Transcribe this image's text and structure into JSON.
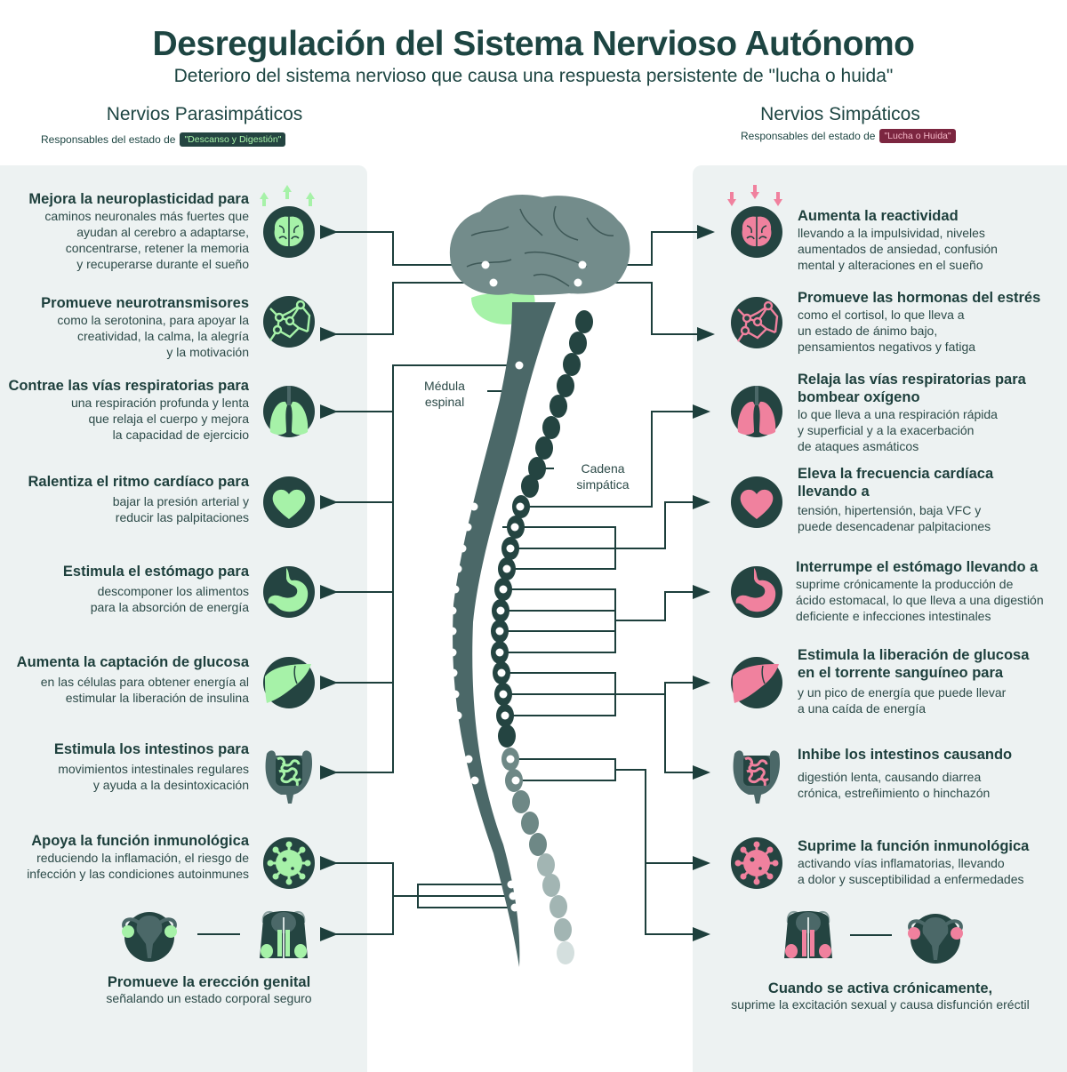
{
  "header": {
    "title": "Desregulación del Sistema Nervioso Autónomo",
    "subtitle": "Deterioro del sistema nervioso que causa una respuesta persistente de \"lucha o huida\""
  },
  "colors": {
    "dark_teal": "#1d4542",
    "parasympathetic_accent": "#a6f2a8",
    "sympathetic_accent": "#f0819e",
    "badge_red": "#7c2640",
    "panel_bg": "#edf2f2",
    "spine": "#4b6868",
    "brain": "#738c8b"
  },
  "parasympathetic": {
    "heading": "Nervios Parasimpáticos",
    "sub_prefix": "Responsables del estado de",
    "badge": "\"Descanso y Digestión\"",
    "items": [
      {
        "icon": "brain-icon",
        "title": "Mejora la neuroplasticidad para",
        "lines": [
          "caminos neuronales más fuertes que",
          "ayudan al cerebro a adaptarse,",
          "concentrarse, retener la memoria",
          "y recuperarse durante el sueño"
        ]
      },
      {
        "icon": "molecule-icon",
        "title": "Promueve neurotransmisores",
        "lines": [
          "como la serotonina, para apoyar la",
          "creatividad, la calma, la alegría",
          "y la motivación"
        ]
      },
      {
        "icon": "lungs-icon",
        "title": "Contrae las vías respiratorias para",
        "lines": [
          "una respiración profunda y lenta",
          "que relaja el cuerpo y mejora",
          "la capacidad de ejercicio"
        ]
      },
      {
        "icon": "heart-icon",
        "title": "Ralentiza el ritmo cardíaco para",
        "lines": [
          "bajar la presión arterial y",
          "reducir las palpitaciones"
        ]
      },
      {
        "icon": "stomach-icon",
        "title": "Estimula el estómago para",
        "lines": [
          "descomponer los alimentos",
          "para la absorción de energía"
        ]
      },
      {
        "icon": "liver-icon",
        "title": "Aumenta la captación de glucosa",
        "lines": [
          "en las células para obtener energía al",
          "estimular la liberación de insulina"
        ]
      },
      {
        "icon": "intestines-icon",
        "title": "Estimula los intestinos para",
        "lines": [
          "movimientos intestinales regulares",
          "y ayuda a la desintoxicación"
        ]
      },
      {
        "icon": "virus-icon",
        "title": "Apoya la función inmunológica",
        "lines": [
          "reduciendo la inflamación, el riesgo de",
          "infección y las condiciones autoinmunes"
        ]
      }
    ],
    "bottom": {
      "title": "Promueve la erección genital",
      "line": "señalando un estado corporal seguro"
    }
  },
  "sympathetic": {
    "heading": "Nervios Simpáticos",
    "sub_prefix": "Responsables del estado de",
    "badge": "\"Lucha o Huida\"",
    "items": [
      {
        "icon": "brain-icon",
        "title": "Aumenta la reactividad",
        "lines": [
          "llevando a la impulsividad, niveles",
          "aumentados de ansiedad, confusión",
          "mental y alteraciones en el sueño"
        ]
      },
      {
        "icon": "molecule-icon",
        "title": "Promueve las hormonas del estrés",
        "lines": [
          "como el cortisol, lo que lleva a",
          "un estado de ánimo bajo,",
          "pensamientos negativos y fatiga"
        ]
      },
      {
        "icon": "lungs-icon",
        "title": "Relaja las vías respiratorias para bombear oxígeno",
        "lines": [
          "lo que lleva a una respiración rápida",
          "y superficial y a la exacerbación",
          "de ataques asmáticos"
        ]
      },
      {
        "icon": "heart-icon",
        "title": "Eleva la frecuencia cardíaca llevando a",
        "lines": [
          "tensión, hipertensión, baja VFC y",
          "puede desencadenar palpitaciones"
        ]
      },
      {
        "icon": "stomach-icon",
        "title": "Interrumpe el estómago llevando a",
        "lines": [
          "suprime crónicamente la producción de",
          "ácido estomacal, lo que lleva a una digestión",
          "deficiente e infecciones intestinales"
        ]
      },
      {
        "icon": "liver-icon",
        "title": "Estimula la liberación de glucosa en el torrente sanguíneo para",
        "lines": [
          "y un pico de energía que puede llevar",
          "a una caída de energía"
        ]
      },
      {
        "icon": "intestines-icon",
        "title": "Inhibe los intestinos causando",
        "lines": [
          "digestión lenta, causando diarrea",
          "crónica, estreñimiento o hinchazón"
        ]
      },
      {
        "icon": "virus-icon",
        "title": "Suprime la función inmunológica",
        "lines": [
          "activando vías inflamatorias, llevando",
          "a dolor y susceptibilidad a enfermedades"
        ]
      }
    ],
    "bottom": {
      "title": "Cuando se activa crónicamente,",
      "line": "suprime la excitación sexual y causa disfunción eréctil"
    }
  },
  "center": {
    "spinal_cord_label": [
      "Médula",
      "espinal"
    ],
    "sympathetic_chain_label": [
      "Cadena",
      "simpática"
    ]
  }
}
